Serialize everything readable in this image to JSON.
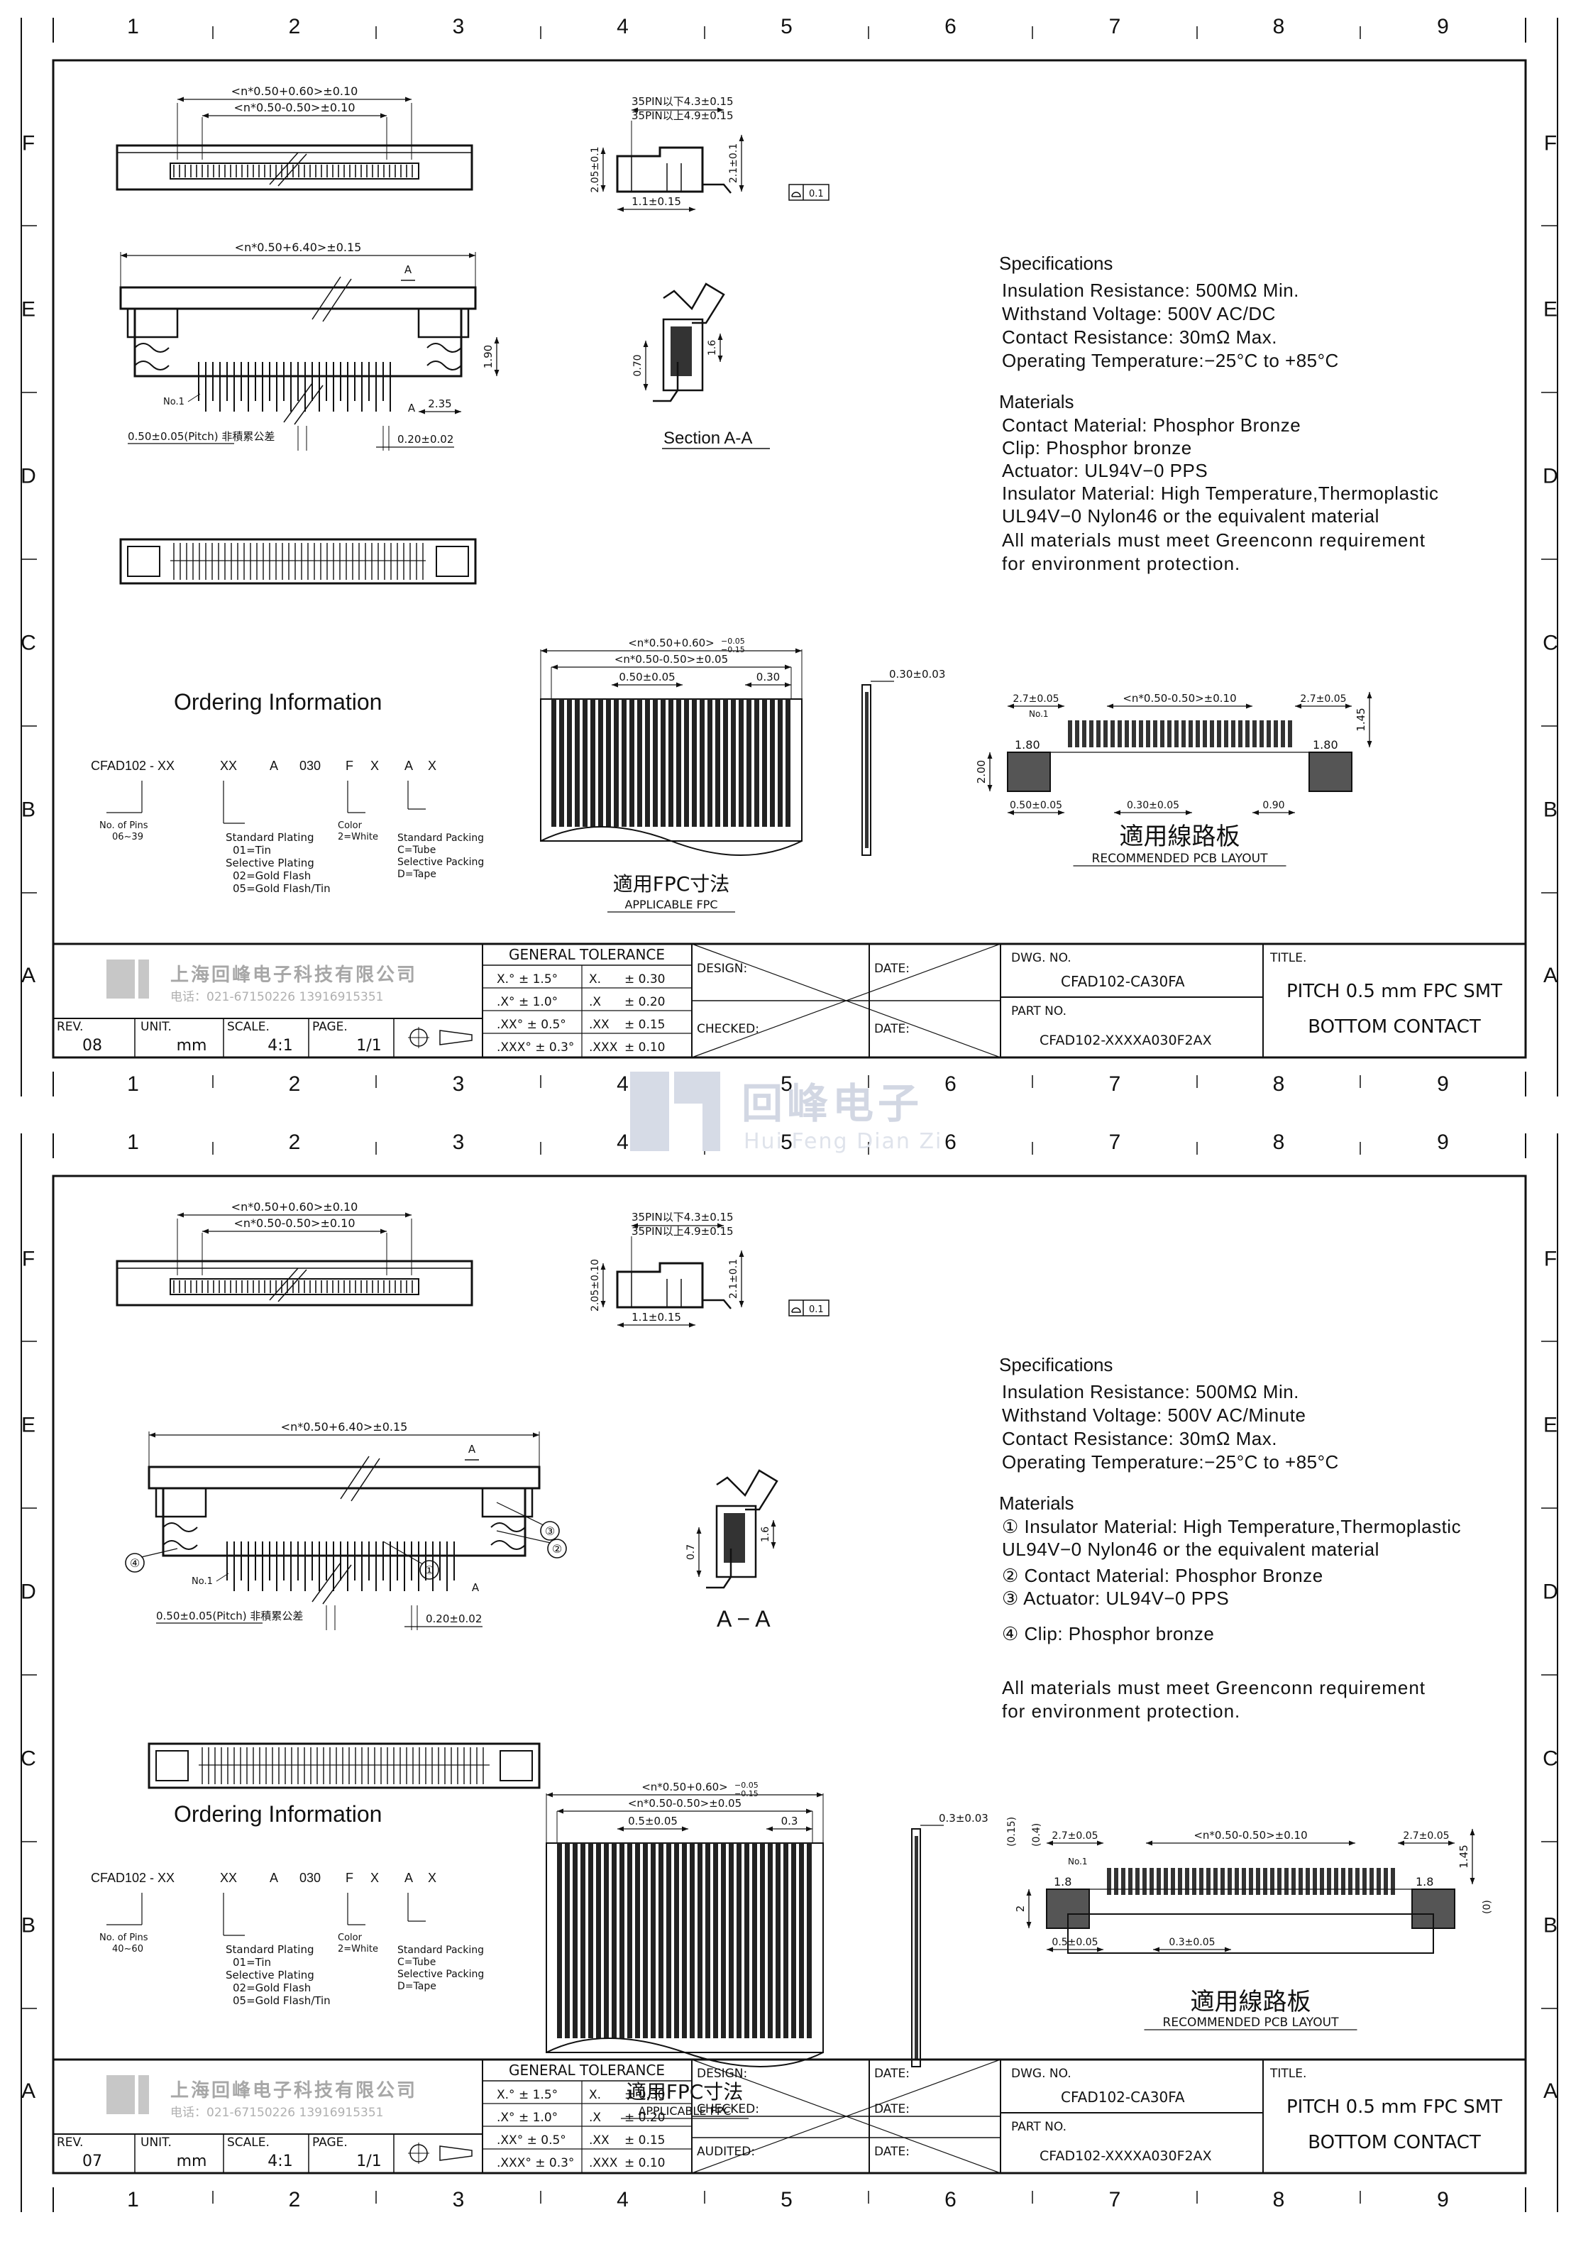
{
  "grid": {
    "columns": [
      "1",
      "2",
      "3",
      "4",
      "5",
      "6",
      "7",
      "8",
      "9"
    ],
    "rows": [
      "F",
      "E",
      "D",
      "C",
      "B",
      "A"
    ]
  },
  "watermark": {
    "name": "回峰电子",
    "pinyin": "Hui Feng Dian Zi"
  },
  "sheets": [
    {
      "top_view": {
        "dim_overall": "<n*0.50+0.60>±0.10",
        "dim_inner": "<n*0.50-0.50>±0.10"
      },
      "side_view": {
        "pin_note_1": "35PIN以下4.3±0.15",
        "pin_note_2": "35PIN以上4.9±0.15",
        "height_left": "2.05±0.1",
        "height_right": "2.1±0.1",
        "width_bottom": "1.1±0.15",
        "flatness": "0.1"
      },
      "front_view": {
        "dim_top": "<n*0.50+6.40>±0.15",
        "label_a_top": "A",
        "label_a_bottom": "A",
        "no1": "No.1",
        "pitch": "0.50±0.05(Pitch) 非積累公差",
        "pin_width": "0.20±0.02",
        "height": "1.90",
        "offset": "2.35",
        "callouts": []
      },
      "section": {
        "title": "Section A-A",
        "dim_left": "0.70",
        "dim_right": "1.6"
      },
      "specifications": {
        "heading": "Specifications",
        "lines": [
          "Insulation Resistance:  500MΩ Min.",
          "Withstand Voltage:  500V AC/DC",
          "Contact Resistance:    30mΩ Max.",
          "Operating Temperature:−25°C  to  +85°C"
        ],
        "materials_heading": "Materials",
        "material_lines": [
          "Contact Material:  Phosphor Bronze",
          "Clip:          Phosphor  bronze",
          "Actuator:  UL94V−0  PPS",
          "Insulator Material:  High Temperature,Thermoplastic",
          "UL94V−0  Nylon46  or  the  equivalent  material"
        ],
        "footer_lines": [
          "All materials must meet Greenconn requirement",
          "for environment protection."
        ]
      },
      "ordering": {
        "heading": "Ordering Information",
        "code": [
          "CFAD102 - XX",
          "XX",
          "A",
          "030",
          "F",
          "X",
          "A",
          "X"
        ],
        "pins_label": "No. of Pins",
        "pins_range": "06~39",
        "plating": [
          "Standard Plating",
          "01=Tin",
          "Selective Plating",
          "02=Gold Flash",
          "05=Gold Flash/Tin"
        ],
        "color": [
          "Color",
          "2=White"
        ],
        "packing": [
          "Standard Packing",
          "C=Tube",
          "Selective Packing",
          "D=Tape"
        ]
      },
      "fpc": {
        "dim_overall": "<n*0.50+0.60>",
        "tol_upper": "−0.05",
        "tol_lower": "−0.15",
        "dim_inner": "<n*0.50-0.50>±0.05",
        "pitch": "0.50±0.05",
        "end": "0.30",
        "thickness": "0.30±0.03",
        "title_cn": "適用FPC寸法",
        "title_en": "APPLICABLE FPC"
      },
      "pcb": {
        "left_top": "2.7±0.05",
        "right_top": "2.7±0.05",
        "span": "<n*0.50-0.50>±0.10",
        "height": "1.45",
        "no1": "No.1",
        "pad_left": "1.80",
        "pad_right": "1.80",
        "height_left": "2.00",
        "b1": "0.50±0.05",
        "b2": "0.30±0.05",
        "b3": "0.90",
        "extra_left": [],
        "extra_right": "",
        "title_cn": "適用線路板",
        "title_en": "RECOMMENDED PCB LAYOUT"
      },
      "title_block": {
        "company": "上海回峰电子科技有限公司",
        "phone": "电话：021-67150226  13916915351",
        "rev_label": "REV.",
        "rev": "08",
        "unit_label": "UNIT.",
        "unit": "mm",
        "scale_label": "SCALE.",
        "scale": "4:1",
        "page_label": "PAGE.",
        "page": "1/1",
        "tolerance_heading": "GENERAL TOLERANCE",
        "tolerances": [
          [
            "X.° ± 1.5°",
            "X.",
            "± 0.30"
          ],
          [
            ".X° ± 1.0°",
            ".X",
            "± 0.20"
          ],
          [
            ".XX° ± 0.5°",
            ".XX",
            "± 0.15"
          ],
          [
            ".XXX° ± 0.3°",
            ".XXX",
            "± 0.10"
          ]
        ],
        "approvals": [
          "DESIGN:",
          "CHECKED:"
        ],
        "date_label": "DATE:",
        "dwg_label": "DWG. NO.",
        "dwg_no": "CFAD102-CA30FA",
        "part_label": "PART NO.",
        "part_no": "CFAD102-XXXXA030F2AX",
        "title_label": "TITLE.",
        "title_1": "PITCH 0.5 mm FPC SMT",
        "title_2": "BOTTOM  CONTACT"
      }
    },
    {
      "top_view": {
        "dim_overall": "<n*0.50+0.60>±0.10",
        "dim_inner": "<n*0.50-0.50>±0.10"
      },
      "side_view": {
        "pin_note_1": "35PIN以下4.3±0.15",
        "pin_note_2": "35PIN以上4.9±0.15",
        "height_left": "2.05±0.10",
        "height_right": "2.1±0.1",
        "width_bottom": "1.1±0.15",
        "flatness": "0.1"
      },
      "front_view": {
        "dim_top": "<n*0.50+6.40>±0.15",
        "label_a_top": "A",
        "label_a_bottom": "A",
        "no1": "No.1",
        "pitch": "0.50±0.05(Pitch) 非積累公差",
        "pin_width": "0.20±0.02",
        "height": "",
        "offset": "",
        "callouts": [
          "①",
          "②",
          "③",
          "④"
        ]
      },
      "section": {
        "title": "A − A",
        "dim_left": "0.7",
        "dim_right": "1.6"
      },
      "specifications": {
        "heading": "Specifications",
        "lines": [
          "Insulation Resistance:  500MΩ Min.",
          "Withstand Voltage:  500V AC/Minute",
          "Contact Resistance:    30mΩ Max.",
          "Operating Temperature:−25°C  to  +85°C"
        ],
        "materials_heading": "Materials",
        "material_lines": [
          "① Insulator Material:  High Temperature,Thermoplastic",
          "   UL94V−0  Nylon46  or  the  equivalent  material",
          "② Contact Material:  Phosphor  Bronze",
          "③ Actuator:  UL94V−0  PPS",
          "④ Clip:  Phosphor  bronze"
        ],
        "footer_lines": [
          "All materials must meet Greenconn requirement",
          "for environment protection."
        ]
      },
      "ordering": {
        "heading": "Ordering Information",
        "code": [
          "CFAD102 - XX",
          "XX",
          "A",
          "030",
          "F",
          "X",
          "A",
          "X"
        ],
        "pins_label": "No. of Pins",
        "pins_range": "40~60",
        "plating": [
          "Standard Plating",
          "01=Tin",
          "Selective Plating",
          "02=Gold Flash",
          "05=Gold Flash/Tin"
        ],
        "color": [
          "Color",
          "2=White"
        ],
        "packing": [
          "Standard Packing",
          "C=Tube",
          "Selective Packing",
          "D=Tape"
        ]
      },
      "fpc": {
        "dim_overall": "<n*0.50+0.60>",
        "tol_upper": "−0.05",
        "tol_lower": "−0.15",
        "dim_inner": "<n*0.50-0.50>±0.05",
        "pitch": "0.5±0.05",
        "end": "0.3",
        "thickness": "0.3±0.03",
        "title_cn": "適用FPC寸法",
        "title_en": "APPLICABLE FPC"
      },
      "pcb": {
        "left_top": "2.7±0.05",
        "right_top": "2.7±0.05",
        "span": "<n*0.50-0.50>±0.10",
        "height": "1.45",
        "no1": "No.1",
        "pad_left": "1.8",
        "pad_right": "1.8",
        "height_left": "2",
        "b1": "0.5±0.05",
        "b2": "0.3±0.05",
        "b3": "",
        "extra_left": [
          "(0.15)",
          "(0.4)"
        ],
        "extra_right": "(0)",
        "title_cn": "適用線路板",
        "title_en": "RECOMMENDED PCB LAYOUT"
      },
      "title_block": {
        "company": "上海回峰电子科技有限公司",
        "phone": "电话：021-67150226  13916915351",
        "rev_label": "REV.",
        "rev": "07",
        "unit_label": "UNIT.",
        "unit": "mm",
        "scale_label": "SCALE.",
        "scale": "4:1",
        "page_label": "PAGE.",
        "page": "1/1",
        "tolerance_heading": "GENERAL TOLERANCE",
        "tolerances": [
          [
            "X.° ± 1.5°",
            "X.",
            "± 0.30"
          ],
          [
            ".X° ± 1.0°",
            ".X",
            "± 0.20"
          ],
          [
            ".XX° ± 0.5°",
            ".XX",
            "± 0.15"
          ],
          [
            ".XXX° ± 0.3°",
            ".XXX",
            "± 0.10"
          ]
        ],
        "approvals": [
          "DESIGN:",
          "CHECKED:",
          "AUDITED:"
        ],
        "date_label": "DATE:",
        "dwg_label": "DWG. NO.",
        "dwg_no": "CFAD102-CA30FA",
        "part_label": "PART NO.",
        "part_no": "CFAD102-XXXXA030F2AX",
        "title_label": "TITLE.",
        "title_1": "PITCH 0.5 mm FPC SMT",
        "title_2": "BOTTOM  CONTACT"
      }
    }
  ]
}
